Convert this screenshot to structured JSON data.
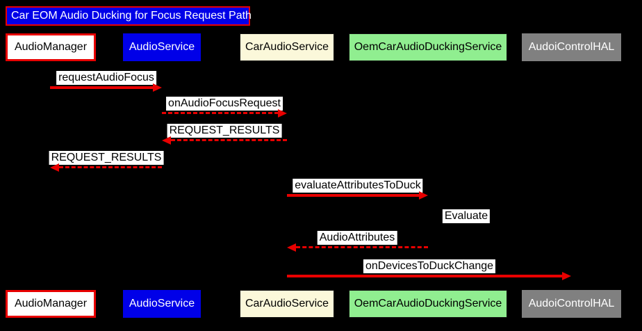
{
  "diagram": {
    "type": "sequence",
    "title": "Car EOM Audio Ducking for Focus Request Path",
    "participants": [
      {
        "label": "AudioManager",
        "bg": "#FFFFFF",
        "text_color": "#000000",
        "border_color": "#E80000"
      },
      {
        "label": "AudioService",
        "bg": "#0000E8",
        "text_color": "#FFFFFF"
      },
      {
        "label": "CarAudioService",
        "bg": "#FBF8DA",
        "text_color": "#000000"
      },
      {
        "label": "OemCarAudioDuckingService",
        "bg": "#90EE90",
        "text_color": "#000000"
      },
      {
        "label": "AudoiControlHAL",
        "bg": "#808080",
        "text_color": "#FFFFFF"
      }
    ],
    "messages": [
      {
        "label": "requestAudioFocus",
        "from": "AudioManager",
        "to": "AudioService",
        "line": "solid",
        "direction": "right"
      },
      {
        "label": "onAudioFocusRequest",
        "from": "AudioService",
        "to": "CarAudioService",
        "line": "dashed",
        "direction": "right"
      },
      {
        "label": "REQUEST_RESULTS",
        "from": "CarAudioService",
        "to": "AudioService",
        "line": "dashed",
        "direction": "left"
      },
      {
        "label": "REQUEST_RESULTS",
        "from": "AudioService",
        "to": "AudioManager",
        "line": "dashed",
        "direction": "left"
      },
      {
        "label": "evaluateAttributesToDuck",
        "from": "CarAudioService",
        "to": "OemCarAudioDuckingService",
        "line": "solid",
        "direction": "right"
      },
      {
        "label": "Evaluate",
        "from": "OemCarAudioDuckingService",
        "to": "OemCarAudioDuckingService",
        "line": "self",
        "direction": "self"
      },
      {
        "label": "AudioAttributes",
        "from": "OemCarAudioDuckingService",
        "to": "CarAudioService",
        "line": "dashed",
        "direction": "left"
      },
      {
        "label": "onDevicesToDuckChange",
        "from": "CarAudioService",
        "to": "AudoiControlHAL",
        "line": "solid",
        "direction": "right"
      }
    ],
    "colors": {
      "background": "#000000",
      "arrow": "#E80000",
      "message_label_bg": "#FFFFFF",
      "message_label_text": "#000000",
      "title_bg": "#0000E8",
      "title_border": "#E80000",
      "title_text": "#FFFFFF"
    }
  }
}
